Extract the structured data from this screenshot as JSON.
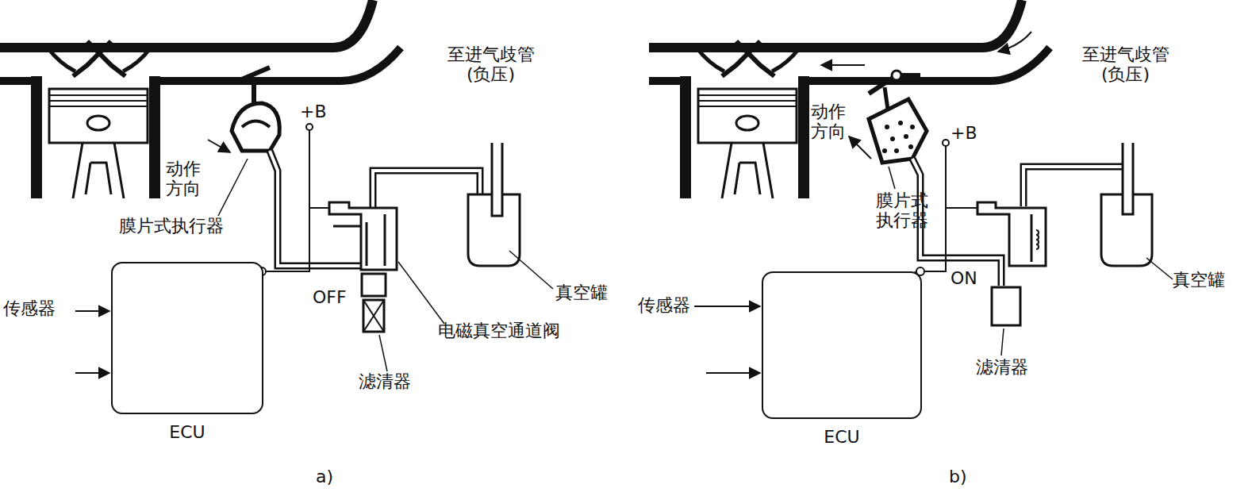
{
  "diagram": {
    "nodes": [
      {
        "text": [
          "ECU"
        ]
      },
      {
        "text": [
          "ECU"
        ]
      }
    ],
    "labels": [
      "至进气歧管 (负压)",
      "动作 方向",
      "膜片式执行器",
      "+B",
      "传感器",
      "OFF",
      "真空罐",
      "电磁真空通道阀",
      "滤清器",
      "a)",
      "至进气歧管 (负压)",
      "动作 方向",
      "膜片式 执行器",
      "+B",
      "传感器",
      "ON",
      "真空罐",
      "滤清器",
      "b)"
    ]
  }
}
